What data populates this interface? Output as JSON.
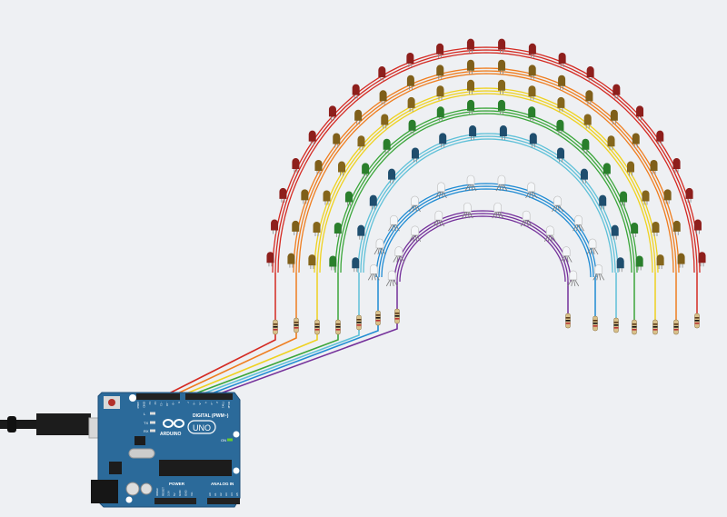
{
  "board": {
    "brand": "ARDUINO",
    "model": "UNO",
    "digital_label": "DIGITAL (PWM~)",
    "power_label": "POWER",
    "analog_label": "ANALOG IN",
    "led_labels": [
      "L",
      "TX",
      "RX",
      "ON"
    ],
    "digital_pins": [
      "AREF",
      "GND",
      "13",
      "12",
      "~11",
      "~10",
      "~9",
      "8",
      "7",
      "~6",
      "~5",
      "4",
      "~3",
      "2",
      "TX▸1",
      "RX◂0"
    ],
    "power_pins": [
      "IOREF",
      "RESET",
      "3.3V",
      "5V",
      "GND",
      "GND",
      "Vin"
    ],
    "analog_pins": [
      "A0",
      "A1",
      "A2",
      "A3",
      "A4",
      "A5"
    ],
    "color": "#2b6a9a"
  },
  "arcs": [
    {
      "name": "red",
      "wire": "#d42a22",
      "led": "#8e1f1c",
      "led_type": "led",
      "count": 22
    },
    {
      "name": "orange",
      "wire": "#ef7d1e",
      "led": "#7f5f1a",
      "led_type": "led",
      "count": 20
    },
    {
      "name": "yellow",
      "wire": "#efd11f",
      "led": "#85661c",
      "led_type": "led",
      "count": 18
    },
    {
      "name": "green",
      "wire": "#3ba63a",
      "led": "#2a7f2c",
      "led_type": "led",
      "count": 16
    },
    {
      "name": "cyan",
      "wire": "#5ec0d8",
      "led": "#1f4e6e",
      "led_type": "led",
      "count": 14
    },
    {
      "name": "blue",
      "wire": "#1f8bd3",
      "led": "#f4f6f8",
      "led_type": "rgb",
      "count": 12
    },
    {
      "name": "purple",
      "wire": "#74309a",
      "led": "#f4f6f8",
      "led_type": "rgb",
      "count": 10
    }
  ]
}
